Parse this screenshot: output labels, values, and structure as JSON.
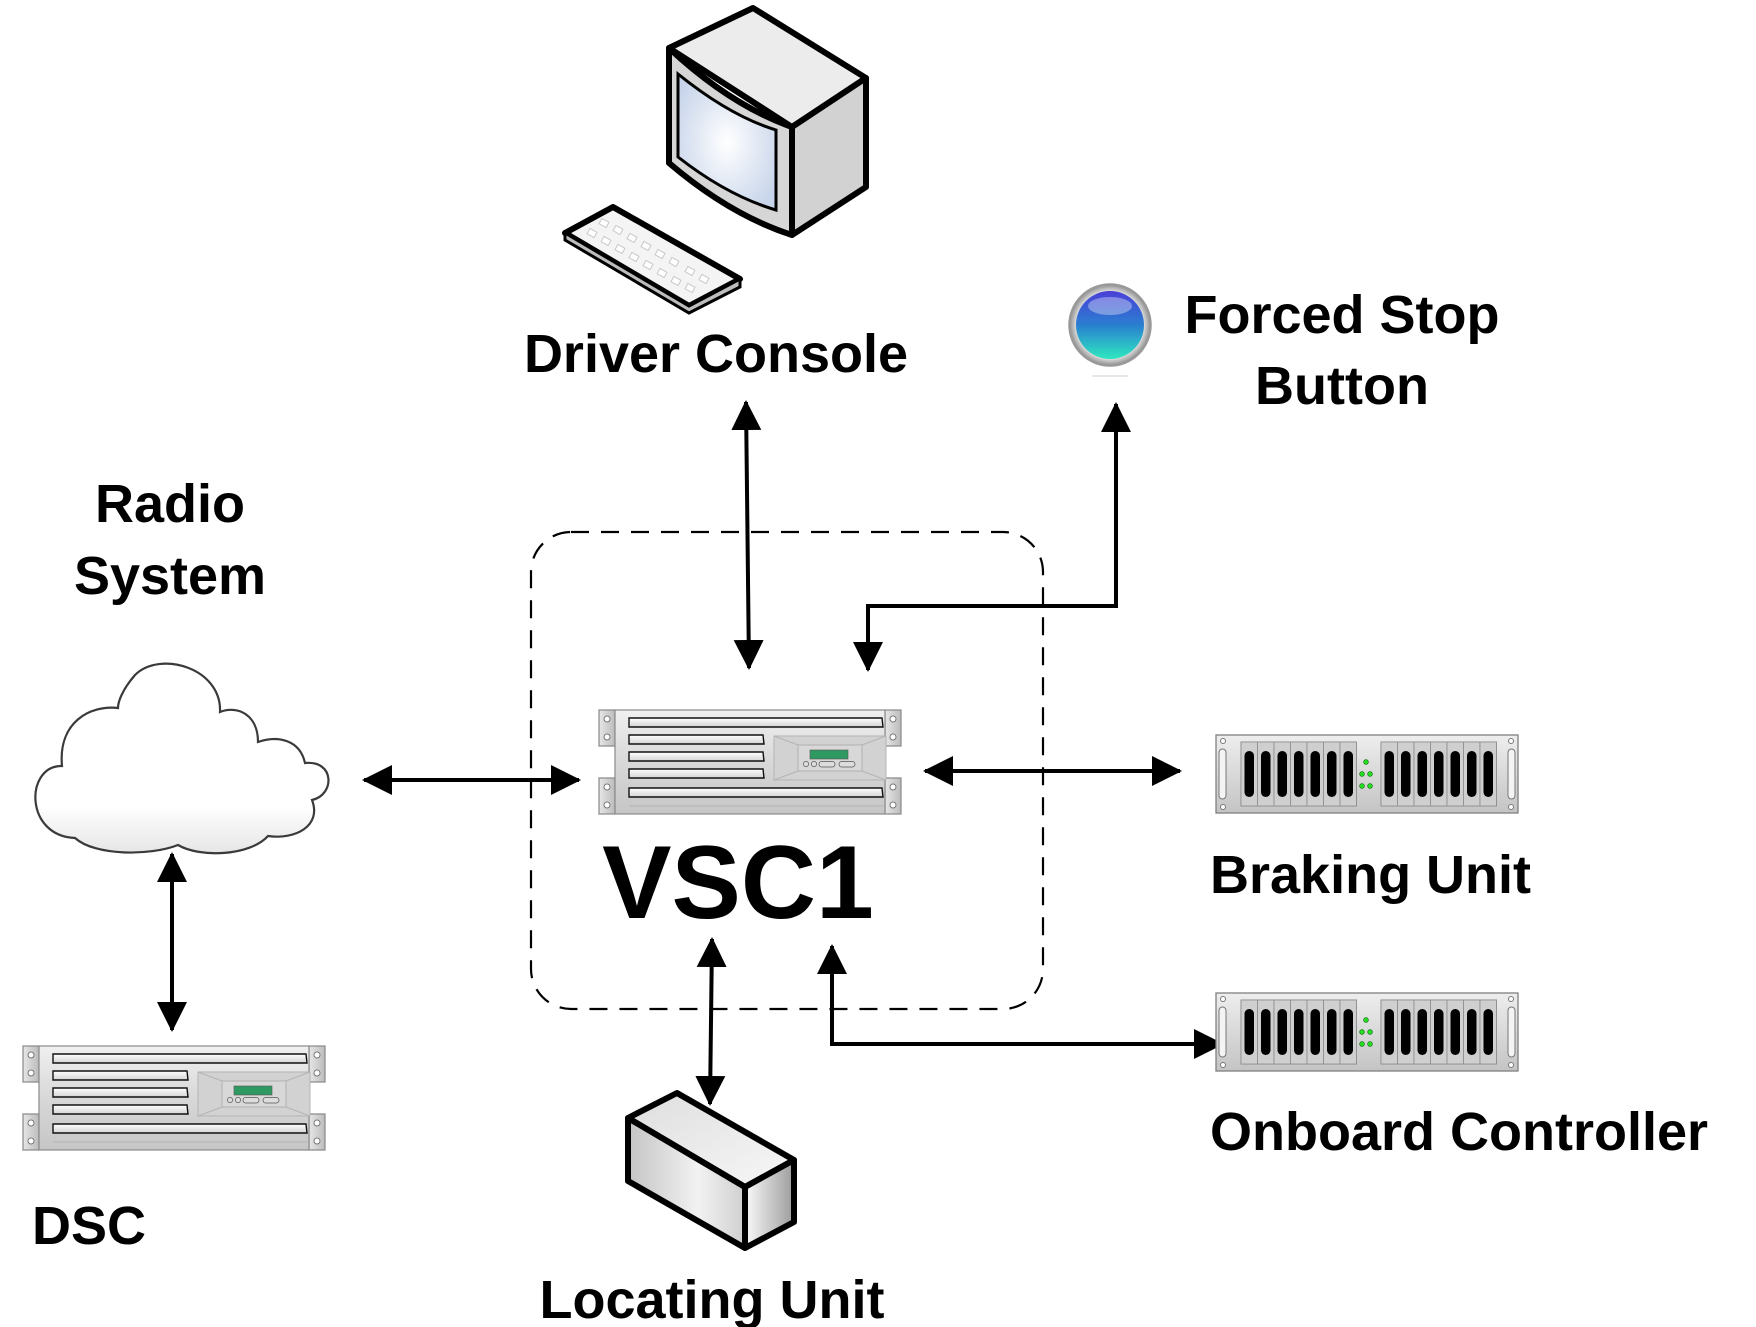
{
  "diagram": {
    "title": "VSC1 system architecture",
    "center_node": {
      "id": "vsc1",
      "label": "VSC1",
      "icon": "rack-server-icon"
    },
    "nodes": [
      {
        "id": "driver_console",
        "label": "Driver Console",
        "icon": "computer-workstation-icon"
      },
      {
        "id": "forced_stop",
        "label_line1": "Forced Stop",
        "label_line2": "Button",
        "icon": "push-button-icon"
      },
      {
        "id": "radio_system",
        "label_line1": "Radio",
        "label_line2": "System",
        "icon": "cloud-icon"
      },
      {
        "id": "dsc",
        "label": "DSC",
        "icon": "rack-server-icon"
      },
      {
        "id": "braking_unit",
        "label": "Braking Unit",
        "icon": "disk-array-icon"
      },
      {
        "id": "onboard_controller",
        "label": "Onboard Controller",
        "icon": "disk-array-icon"
      },
      {
        "id": "locating_unit",
        "label": "Locating Unit",
        "icon": "box-device-icon"
      }
    ],
    "edges": [
      {
        "from": "vsc1",
        "to": "driver_console",
        "direction": "bidirectional"
      },
      {
        "from": "vsc1",
        "to": "forced_stop",
        "direction": "bidirectional",
        "routing": "elbow"
      },
      {
        "from": "vsc1",
        "to": "radio_system",
        "direction": "bidirectional"
      },
      {
        "from": "radio_system",
        "to": "dsc",
        "direction": "bidirectional"
      },
      {
        "from": "vsc1",
        "to": "braking_unit",
        "direction": "bidirectional"
      },
      {
        "from": "vsc1",
        "to": "onboard_controller",
        "direction": "bidirectional",
        "routing": "elbow"
      },
      {
        "from": "vsc1",
        "to": "locating_unit",
        "direction": "bidirectional"
      }
    ],
    "group_boundary": {
      "style": "dashed",
      "contains": [
        "vsc1"
      ]
    },
    "colors": {
      "line": "#000000",
      "server_face": "#d9d9d9",
      "lcd": "#2e9a62",
      "led": "#22dd22",
      "button_top": "#4a3fd8",
      "button_bottom": "#2ee8c0",
      "screen": "#dce6f4"
    }
  }
}
